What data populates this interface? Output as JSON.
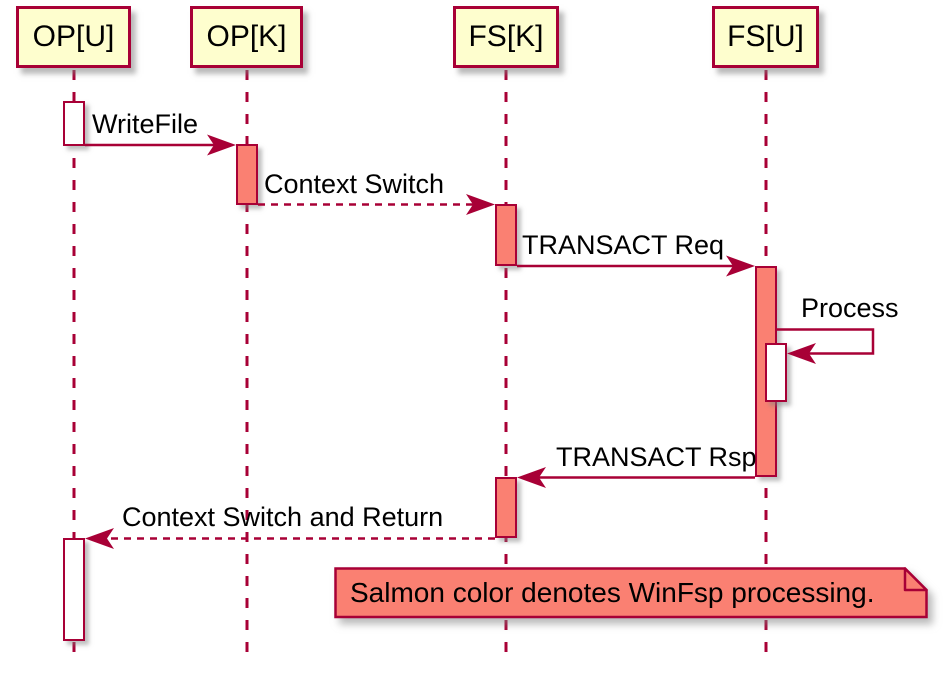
{
  "diagram": {
    "type": "sequence-diagram",
    "tool_style": "plantuml"
  },
  "participants": [
    {
      "id": "op-u",
      "label": "OP[U]"
    },
    {
      "id": "op-k",
      "label": "OP[K]"
    },
    {
      "id": "fs-k",
      "label": "FS[K]"
    },
    {
      "id": "fs-u",
      "label": "FS[U]"
    }
  ],
  "messages": [
    {
      "label": "WriteFile",
      "from": "OP[U]",
      "to": "OP[K]",
      "line": "solid"
    },
    {
      "label": "Context Switch",
      "from": "OP[K]",
      "to": "FS[K]",
      "line": "dashed"
    },
    {
      "label": "TRANSACT Req",
      "from": "FS[K]",
      "to": "FS[U]",
      "line": "solid"
    },
    {
      "label": "Process",
      "from": "FS[U]",
      "to": "FS[U]",
      "line": "self"
    },
    {
      "label": "TRANSACT Rsp",
      "from": "FS[U]",
      "to": "FS[K]",
      "line": "solid"
    },
    {
      "label": "Context Switch and Return",
      "from": "FS[K]",
      "to": "OP[U]",
      "line": "dashed"
    }
  ],
  "note": {
    "text": "Salmon color denotes WinFsp processing."
  },
  "colors": {
    "participant_fill": "#FEFECE",
    "line": "#A80036",
    "salmon": "#FA8072",
    "activation_plain": "#FFFFFF",
    "text": "#000000",
    "background": "#FFFFFF"
  }
}
